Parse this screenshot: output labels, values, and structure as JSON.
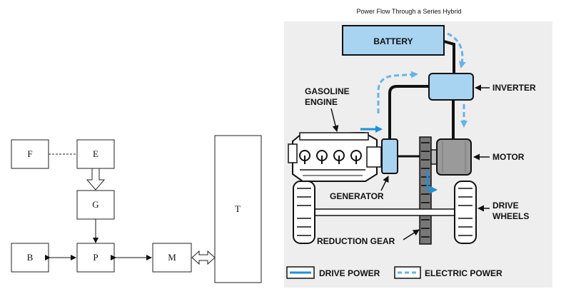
{
  "left_diagram": {
    "blocks": {
      "F": "F",
      "E": "E",
      "G": "G",
      "B": "B",
      "P": "P",
      "M": "M",
      "T": "T"
    }
  },
  "right_diagram": {
    "title": "Power Flow Through a Series Hybrid",
    "battery": "BATTERY",
    "inverter": "INVERTER",
    "gasoline": "GASOLINE",
    "engine": "ENGINE",
    "generator": "GENERATOR",
    "motor": "MOTOR",
    "drive": "DRIVE",
    "wheels": "WHEELS",
    "reduction_gear": "REDUCTION GEAR",
    "legend": {
      "drive_power": "DRIVE POWER",
      "electric_power": "ELECTRIC POWER"
    },
    "colors": {
      "drive_power": "#1e90d8",
      "electric_power": "#64b4e6",
      "component_fill": "#a8d4f2",
      "motor_gray": "#9a9a9a"
    }
  }
}
